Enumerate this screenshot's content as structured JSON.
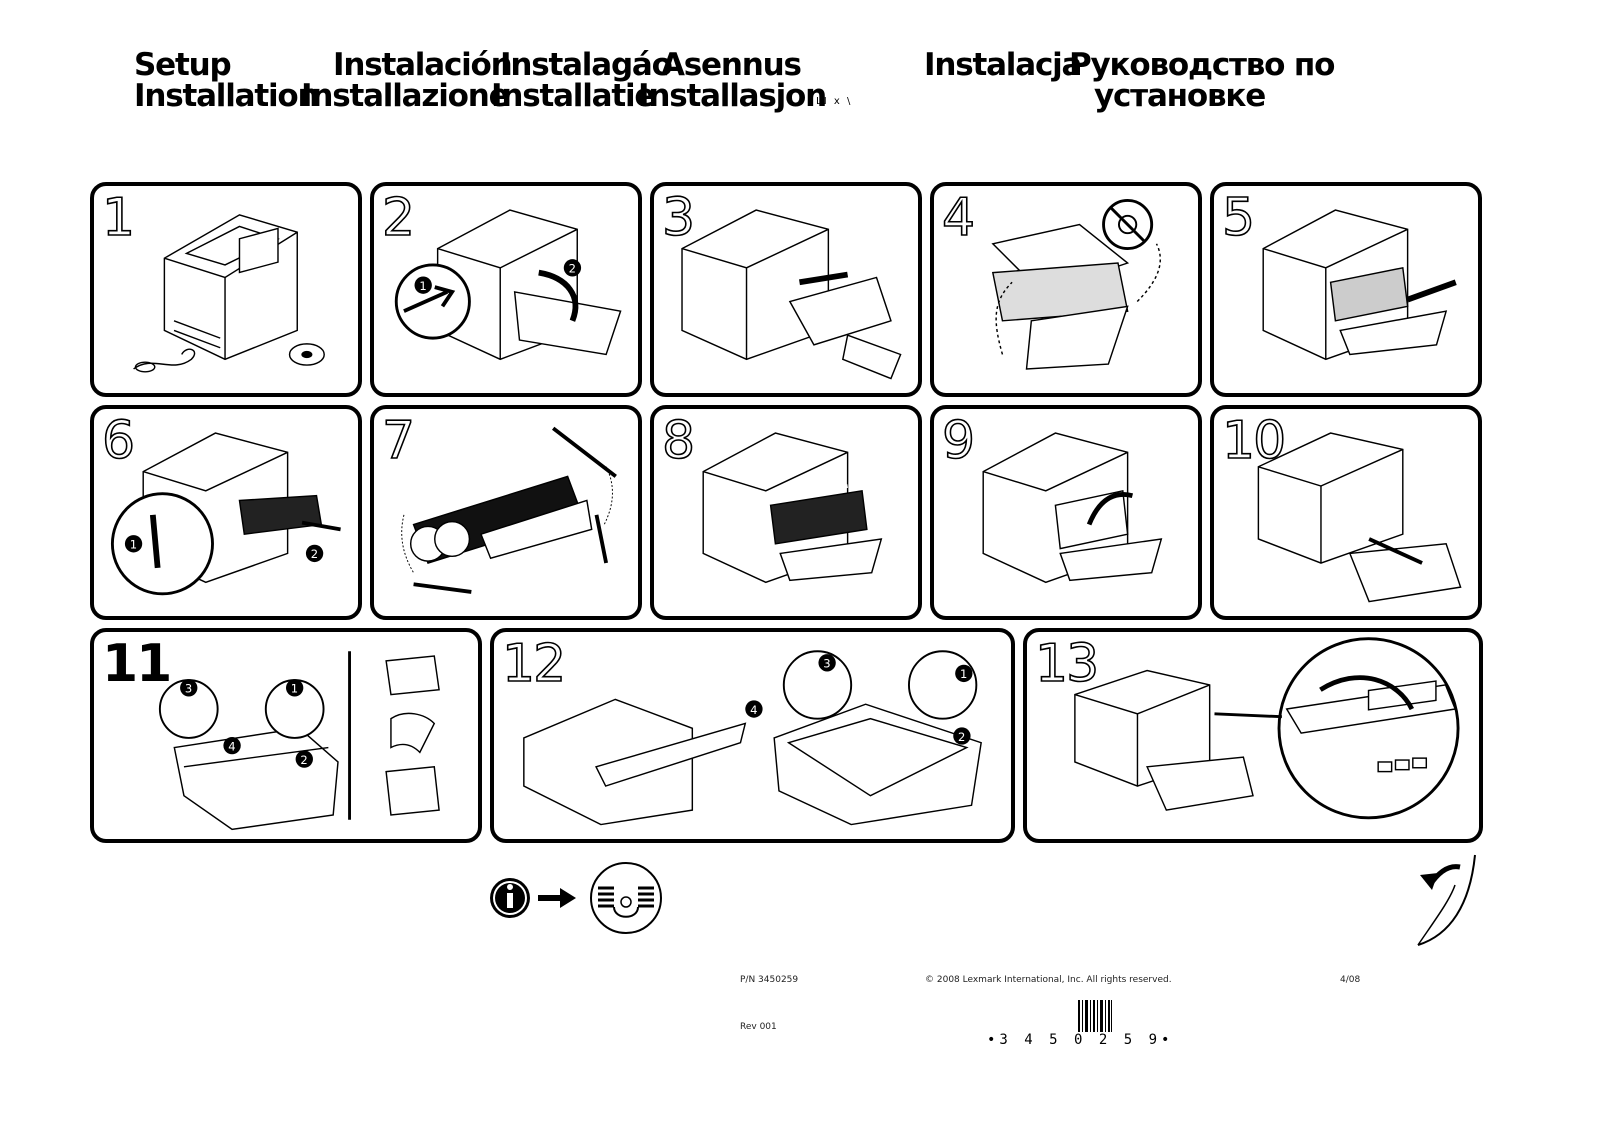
{
  "titles": {
    "setup": "Setup",
    "installation": "Installation",
    "es": "Instalación",
    "it": "Installazione",
    "pt": "Instalagáo",
    "nl": "Installatie",
    "fi": "Asennus",
    "no": "Installasjon",
    "small": "Ш х \\",
    "pl": "Instalacja",
    "ru_line1": "Руководство по",
    "ru_line2": "установке"
  },
  "steps": [
    "1",
    "2",
    "3",
    "4",
    "5",
    "6",
    "7",
    "8",
    "9",
    "10",
    "11",
    "12",
    "13"
  ],
  "footer": {
    "part_number": "P/N 3450259",
    "copyright": "© 2008 Lexmark International, Inc. All rights reserved.",
    "date": "4/08",
    "revision": "Rev 001",
    "barcode_text": "•3 4 5 0 2 5 9•"
  },
  "icons": [
    "printer-icon",
    "toner-cartridge-icon",
    "no-sunlight-icon",
    "paper-tray-icon",
    "info-icon",
    "cd-icon",
    "page-turn-icon",
    "barcode-icon"
  ]
}
